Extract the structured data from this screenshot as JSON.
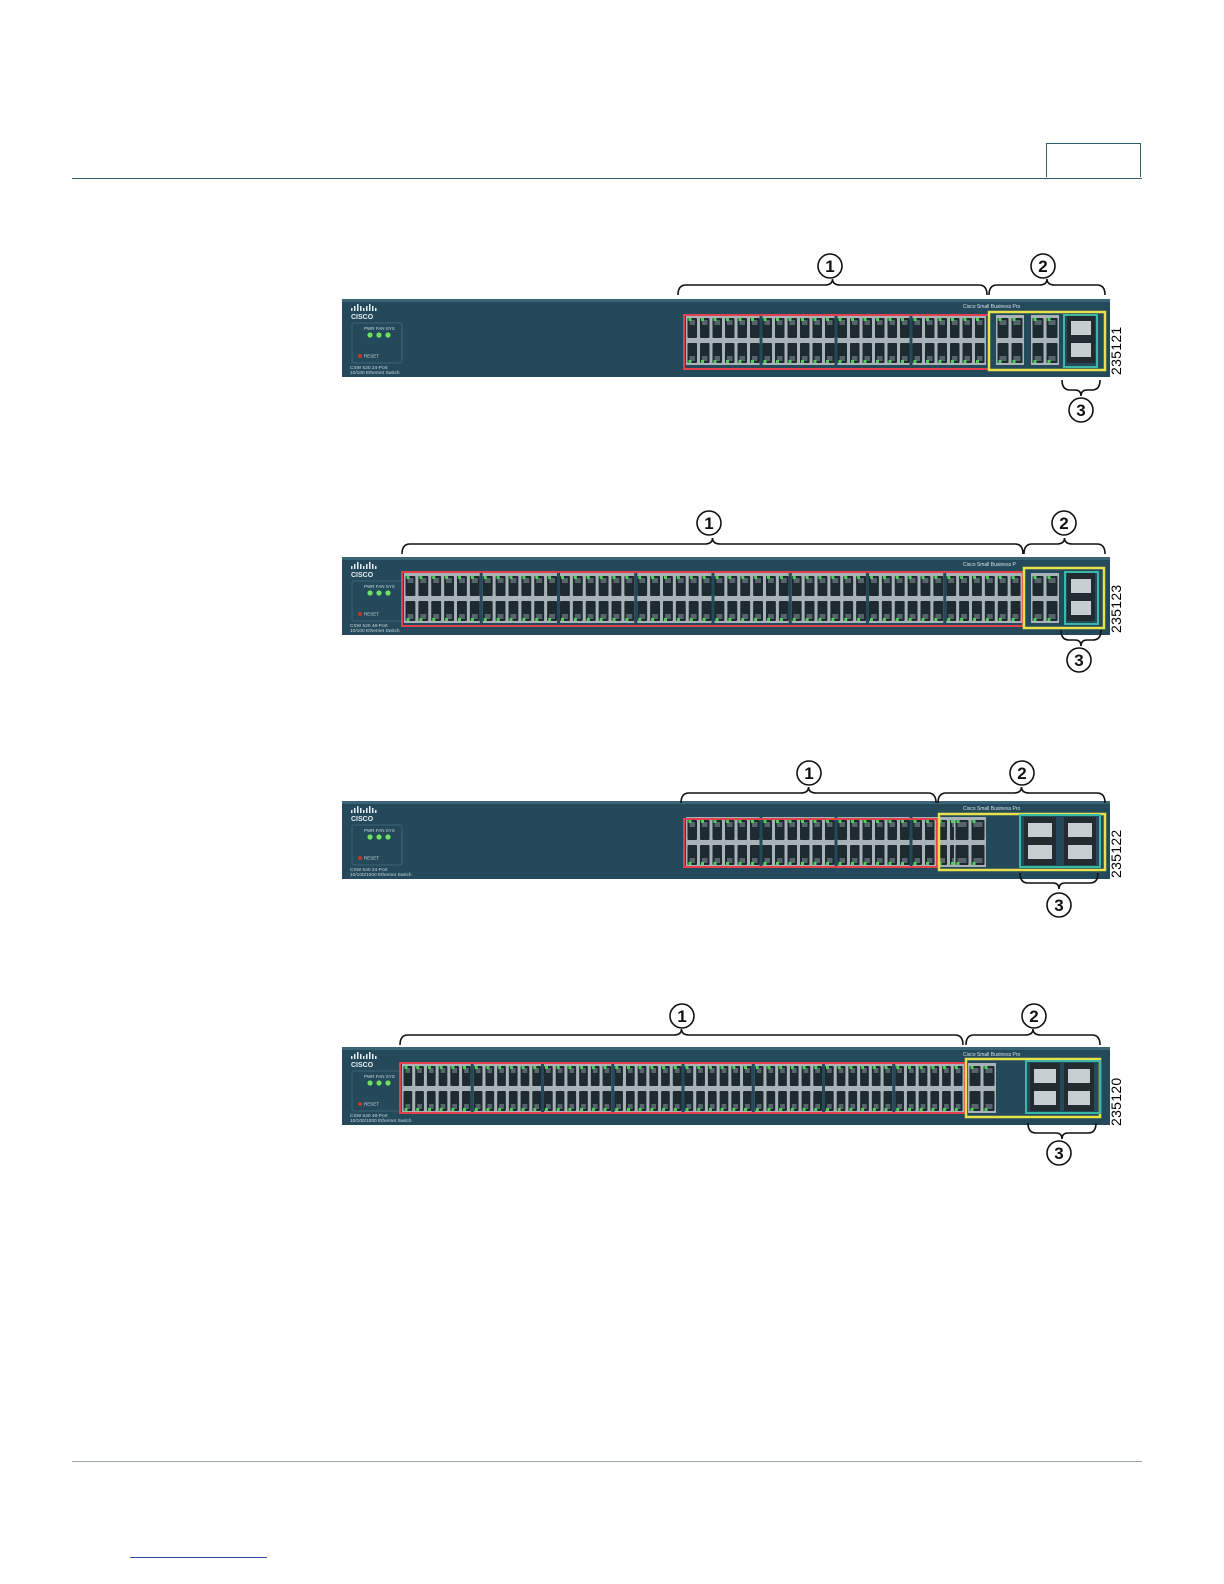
{
  "figures": [
    {
      "id": "235121",
      "model_line1": "CSW 520 24-Port",
      "model_line2": "10/100 Ethernet Switch",
      "brand": "Cisco Small Business Pro",
      "leds": "PWR  FAN  SYS",
      "reset": "RESET",
      "callouts": [
        "1",
        "2",
        "3"
      ]
    },
    {
      "id": "235123",
      "model_line1": "CSW 520 48-Port",
      "model_line2": "10/100 Ethernet Switch",
      "brand": "Cisco Small Business P",
      "leds": "PWR  FAN  SYS",
      "reset": "RESET",
      "callouts": [
        "1",
        "2",
        "3"
      ]
    },
    {
      "id": "235122",
      "model_line1": "CSW 540 24-Port",
      "model_line2": "10/100/1000 Ethernet Switch",
      "brand": "Cisco Small Business Pro",
      "leds": "PWR  FAN  SYS",
      "reset": "RESET",
      "callouts": [
        "1",
        "2",
        "3"
      ]
    },
    {
      "id": "235120",
      "model_line1": "CSW 540 48-Port",
      "model_line2": "10/100/1000 Ethernet Switch",
      "brand": "Cisco Small Business Pro",
      "leds": "PWR  FAN  SYS",
      "reset": "RESET",
      "callouts": [
        "1",
        "2",
        "3"
      ]
    }
  ],
  "logo_text": "CISCO",
  "colors": {
    "chassis": "#24495a",
    "ports_highlight": "#e0414b",
    "uplink_highlight": "#e8e24a",
    "sfp_highlight": "#3ab7a5"
  }
}
